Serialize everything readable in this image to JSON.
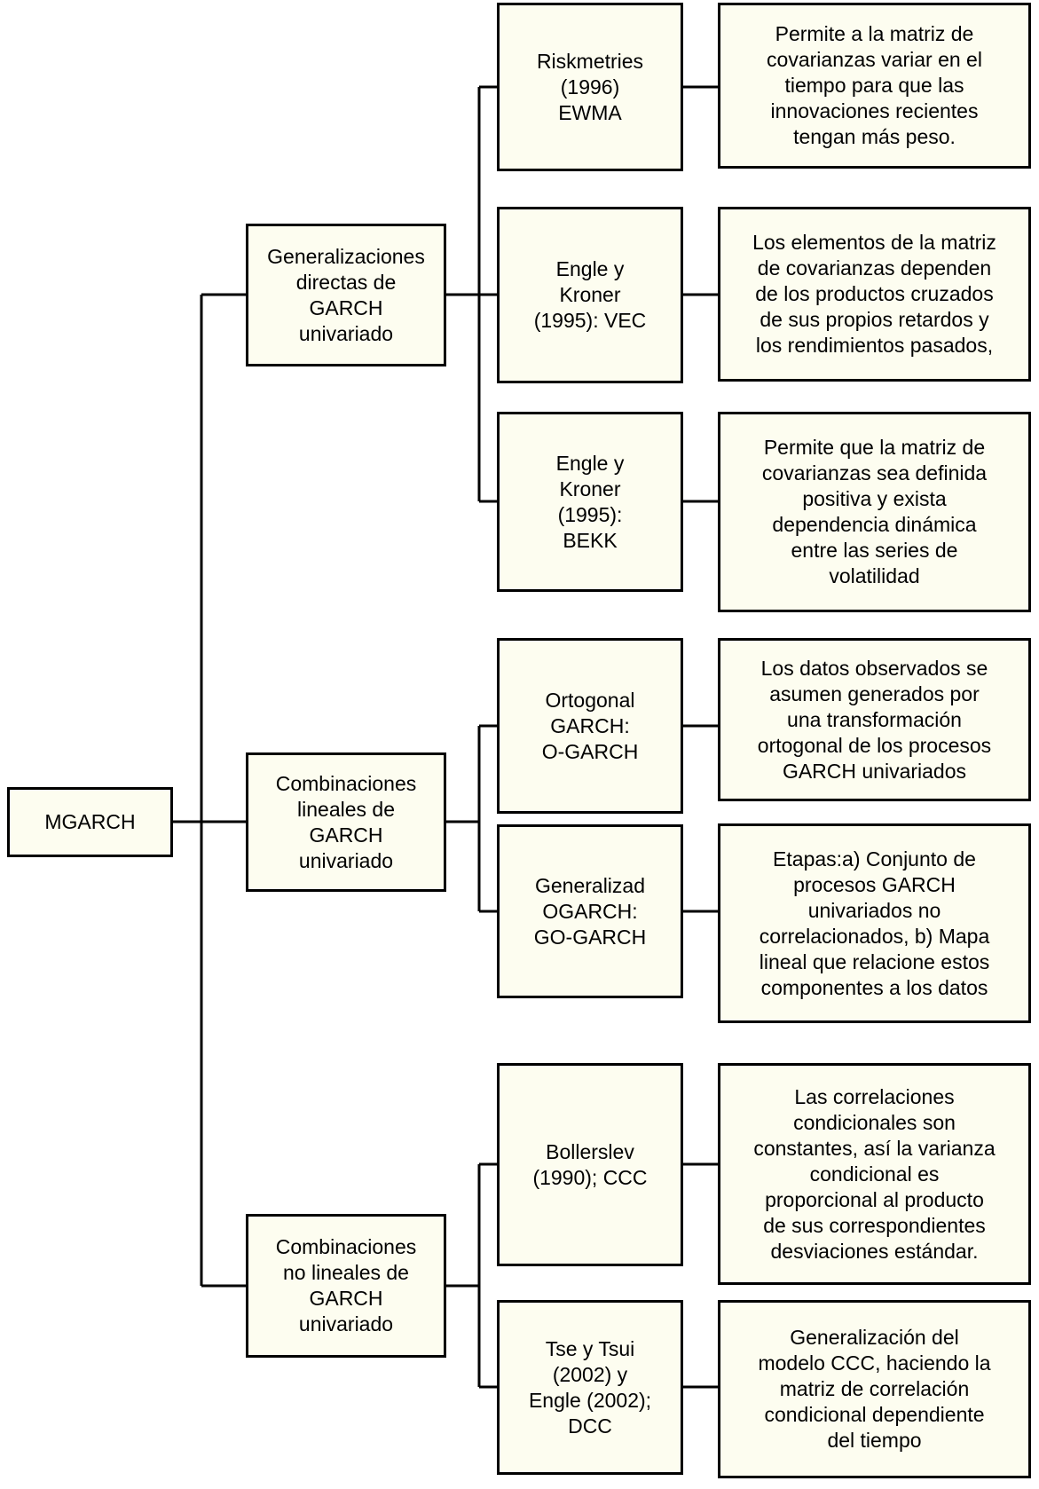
{
  "diagram": {
    "colors": {
      "background": "#FFFFFF",
      "box_fill": "#FDFDF0",
      "box_border": "#000000",
      "connector": "#000000"
    },
    "root": {
      "label": "MGARCH"
    },
    "groups": [
      {
        "category": "Generalizaciones\ndirectas de\nGARCH\nunivariado",
        "models": [
          {
            "name": "Riskmetries\n(1996)\nEWMA",
            "description": "Permite a la matriz de\ncovarianzas variar en el\ntiempo para que las\ninnovaciones recientes\ntengan más peso."
          },
          {
            "name": "Engle y\nKroner\n(1995): VEC",
            "description": "Los elementos de la matriz\nde covarianzas dependen\nde los productos cruzados\nde sus propios retardos y\nlos rendimientos pasados,"
          },
          {
            "name": "Engle y\nKroner\n(1995):\nBEKK",
            "description": "Permite que la matriz de\ncovarianzas sea definida\npositiva y exista\ndependencia dinámica\nentre las series de\nvolatilidad"
          }
        ]
      },
      {
        "category": "Combinaciones\nlineales de\nGARCH\nunivariado",
        "models": [
          {
            "name": "Ortogonal\nGARCH:\nO-GARCH",
            "description": "Los datos observados se\nasumen generados por\nuna transformación\nortogonal de los procesos\nGARCH univariados"
          },
          {
            "name": "Generalizad\nOGARCH:\nGO-GARCH",
            "description": "Etapas:a) Conjunto de\nprocesos GARCH\nunivariados no\ncorrelacionados, b) Mapa\nlineal que relacione estos\ncomponentes a los datos"
          }
        ]
      },
      {
        "category": "Combinaciones\nno lineales de\nGARCH\nunivariado",
        "models": [
          {
            "name": "Bollerslev\n(1990); CCC",
            "description": "Las correlaciones\ncondicionales son\nconstantes, así la varianza\ncondicional es\nproporcional al producto\nde sus correspondientes\ndesviaciones estándar."
          },
          {
            "name": "Tse y Tsui\n(2002) y\nEngle (2002);\nDCC",
            "description": "Generalización del\nmodelo CCC, haciendo la\nmatriz de correlación\ncondicional dependiente\ndel tiempo"
          }
        ]
      }
    ]
  }
}
